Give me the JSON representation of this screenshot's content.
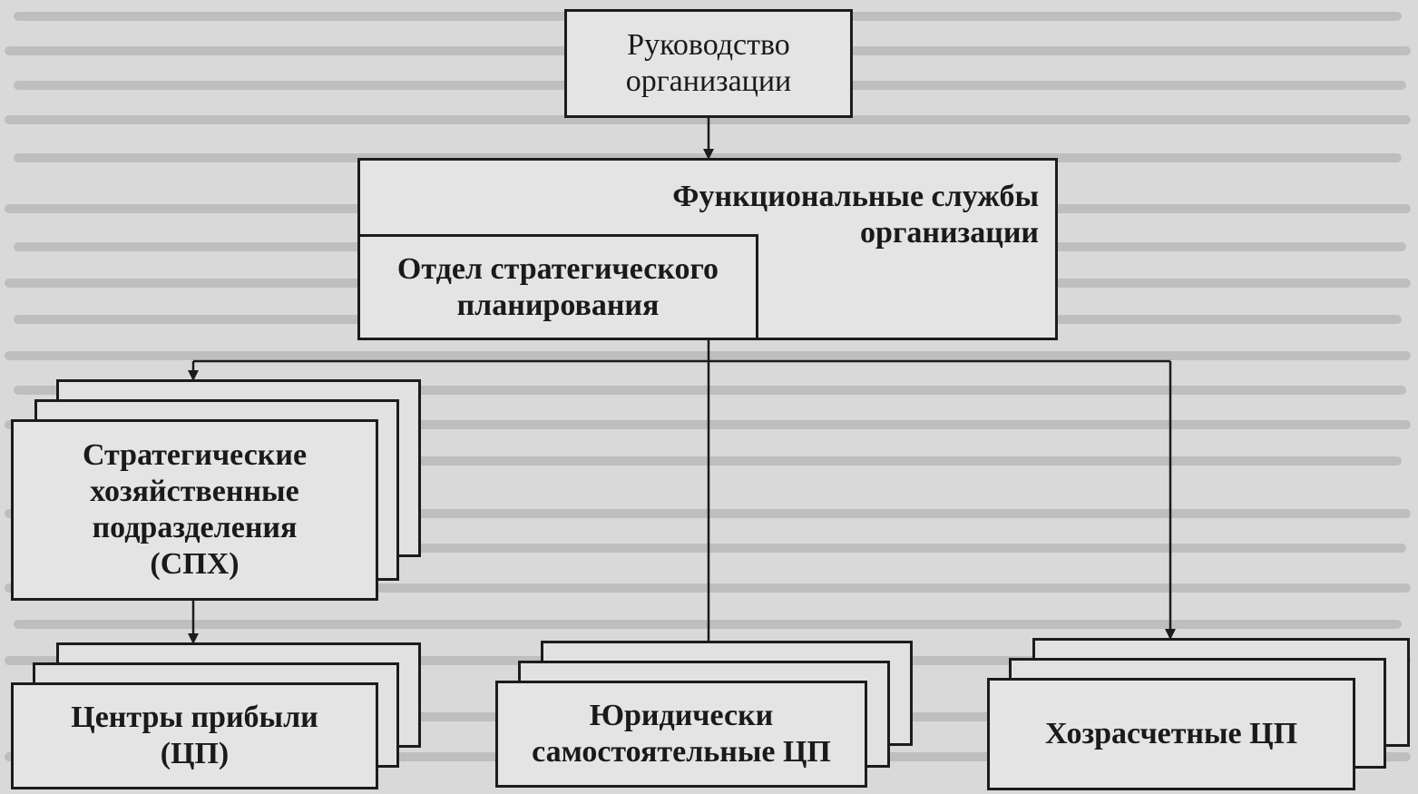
{
  "nodes": {
    "management": "Руководство\nорганизации",
    "functional_services": "Функциональные службы\nорганизации",
    "strategic_planning": "Отдел стратегического\nпланирования",
    "shx": "Стратегические\nхозяйственные\nподразделения\n(СПХ)",
    "profit_centers": "Центры прибыли\n(ЦП)",
    "legal_pc": "Юридически\nсамостоятельные ЦП",
    "selffinancing_pc": "Хозрасчетные ЦП"
  },
  "colors": {
    "background": "#d9d9d9",
    "box_fill": "#e4e4e4",
    "line": "#1c1c1c"
  }
}
